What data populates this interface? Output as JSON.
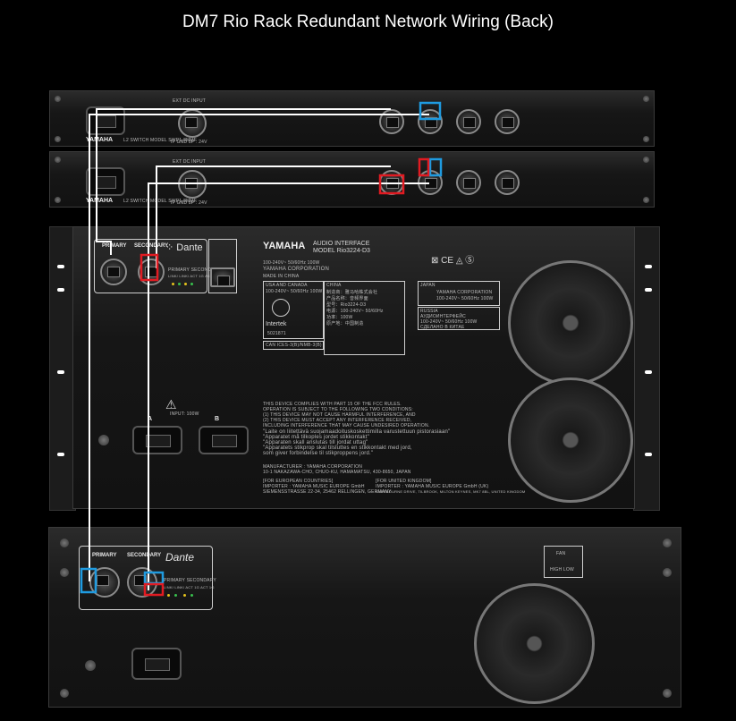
{
  "title": "DM7 Rio Rack Redundant Network Wiring (Back)",
  "colors": {
    "background": "#000000",
    "cable": "#ffffff",
    "primary_highlight": "#1f9be0",
    "secondary_highlight": "#e11b22"
  },
  "switch_unit": {
    "brand": "YAMAHA",
    "model_text": "L2 SWITCH MODEL SWP1-8MMF",
    "dc_label": "EXT DC INPUT",
    "dc_sub": "IP GND  8P : 24V"
  },
  "rio": {
    "primary_label": "PRIMARY",
    "secondary_label": "SECONDARY",
    "dante_label": "Dante",
    "link_labels": "PRIMARY  SECONDARY",
    "link_sub": "LINK/  LINK/ ACT 1G ACT 1G",
    "brand": "YAMAHA",
    "header": "AUDIO INTERFACE",
    "model": "MODEL Rio3224-D3",
    "power_line": "100-240V~ 50/60Hz 100W",
    "corporation": "YAMAHA CORPORATION",
    "made_in": "MADE IN CHINA",
    "usa_box_title": "USA AND CANADA",
    "usa_box_power": "100-240V~ 50/60Hz 100W",
    "intertek": "Intertek",
    "intertek_num": "5021871",
    "can_line": "CAN ICES-3(B)/NMB-3(B)",
    "china_title": "CHINA",
    "china_lines": [
      "制造商：雅马哈株式会社",
      "产品名称：音频界面",
      "型号：Rio3224-D3",
      "电源：100-240V~ 50/60Hz",
      "功率：100W",
      "原产地：中国制造"
    ],
    "japan_title": "JAPAN",
    "japan_line": "YAMAHA CORPORATION",
    "japan_power": "100-240V~ 50/60Hz 100W",
    "russia_title": "RUSSIA",
    "russia_line": "АУДИОИНТЕРФЕЙС",
    "russia_power": "100-240V~ 50/60Hz 100W",
    "russia_made": "СДЕЛАНО В КИТАЕ",
    "input_label": "INPUT: 100W",
    "power_a": "A",
    "power_b": "B",
    "fcc_lines": [
      "THIS DEVICE COMPLIES WITH PART 15 OF THE FCC RULES.",
      "OPERATION IS SUBJECT TO THE FOLLOWING TWO CONDITIONS:",
      "(1) THIS DEVICE MAY NOT CAUSE HARMFUL INTERFERENCE, AND",
      "(2) THIS DEVICE MUST ACCEPT ANY INTERFERENCE RECEIVED,",
      "INCLUDING INTERFERENCE THAT MAY CAUSE UNDESIRED OPERATION."
    ],
    "nordic_lines": [
      "\"Laite on liitettävä suojamaadoituskoskettimilla varustettuun pistorasiaan\"",
      "\"Apparatet må tilkoples jordet stikkontakt\"",
      "\"Apparaten skall anslutas till jordat uttag\"",
      "\"Apparatets stikprop skal tilsluttes en stikkontakt med jord,",
      "som giver forbindelse til stikproppens jord.\""
    ],
    "manufacturer_lines": [
      "MANUFACTURER : YAMAHA CORPORATION",
      "10-1 NAKAZAWA-CHO, CHUO-KU, HAMAMATSU, 430-8650, JAPAN"
    ],
    "eu_lines": [
      "[FOR EUROPEAN COUNTRIES]",
      "IMPORTER : YAMAHA MUSIC EUROPE GmbH",
      "SIEMENSSTRASSE 22-34, 25462 RELLINGEN, GERMANY"
    ],
    "uk_lines": [
      "[FOR UNITED KINGDOM]",
      "IMPORTER : YAMAHA MUSIC EUROPE GmbH (UK)",
      "SHERBOURNE DRIVE, TILBROOK, MILTON KEYNES, MK7 8BL, UNITED KINGDOM"
    ]
  },
  "bottom_unit": {
    "primary_label": "PRIMARY",
    "secondary_label": "SECONDARY",
    "dante_label": "Dante",
    "link_labels": "PRIMARY  SECONDARY",
    "link_sub": "LINK/  LINK/ ACT 1G ACT 1G",
    "fan_label": "FAN",
    "fan_sub": "HIGH  LOW"
  }
}
